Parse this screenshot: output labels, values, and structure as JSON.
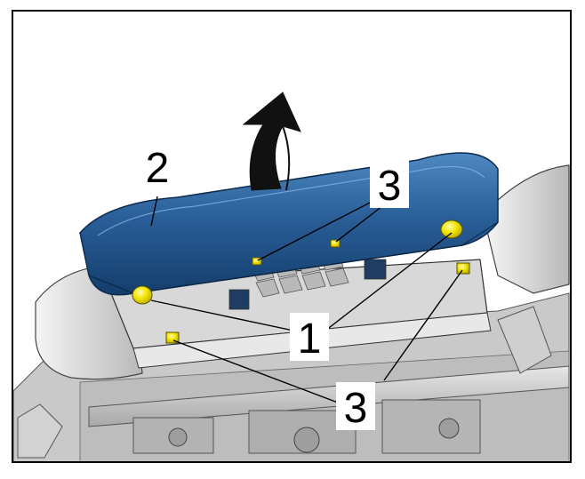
{
  "callouts": {
    "label_1": "1",
    "label_2": "2",
    "label_3_top": "3",
    "label_3_bottom": "3"
  },
  "colors": {
    "cover": "#1f4e83",
    "cover_highlight": "#4f88c2",
    "cover_edge": "#0d2b4d",
    "clip": "#f2e400",
    "arrow": "#111111",
    "frame": "#000000"
  },
  "icons": {
    "lift_arrow": "curved-up-arrow-icon",
    "clips": "clip-icon"
  }
}
